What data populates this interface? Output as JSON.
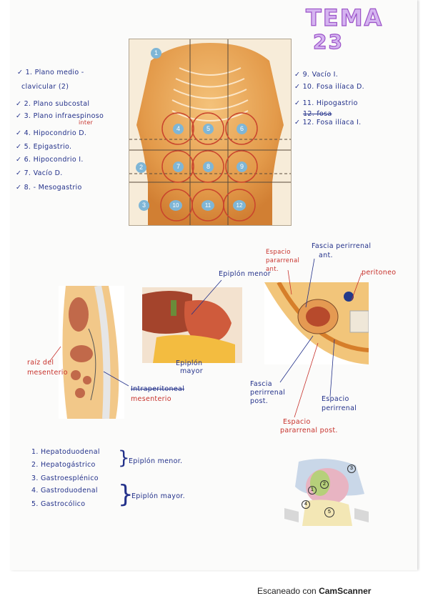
{
  "title": {
    "line1": "TEMA",
    "line2": "23"
  },
  "left_list": [
    {
      "text": "✓ 1. Plano medio -",
      "color": "blue"
    },
    {
      "text": "clavicular (2)",
      "color": "blue"
    },
    {
      "text": "✓ 2. Plano subcostal",
      "color": "blue"
    },
    {
      "text": "✓ 3. Plano infraespinoso",
      "color": "blue"
    },
    {
      "text": "inter",
      "color": "red"
    },
    {
      "text": "✓ 4. Hipocondrio D.",
      "color": "blue"
    },
    {
      "text": "✓ 5. Epigastrio.",
      "color": "blue"
    },
    {
      "text": "✓ 6. Hipocondrio I.",
      "color": "blue"
    },
    {
      "text": "✓ 7. Vacío D.",
      "color": "blue"
    },
    {
      "text": "✓ 8. - Mesogastrio",
      "color": "blue"
    }
  ],
  "right_list": [
    {
      "text": "✓ 9. Vacío I.",
      "strike": false
    },
    {
      "text": "✓ 10. Fosa ilíaca D.",
      "strike": false
    },
    {
      "text": "✓ 11. Hipogastrio",
      "strike": false
    },
    {
      "text": "12. fosa",
      "strike": true
    },
    {
      "text": "✓ 12. Fosa ilíaca I.",
      "strike": false
    }
  ],
  "region_numbers": [
    "1",
    "2",
    "3",
    "4",
    "5",
    "6",
    "7",
    "8",
    "9",
    "10",
    "11",
    "12"
  ],
  "labels": {
    "epiplon_menor": "Epiplón menor",
    "raiz_mesenterio_1": "raíz del",
    "raiz_mesenterio_2": "mesenterio",
    "intraperitoneal_struck": "Intraperitoneal",
    "mesenterio": "mesenterio",
    "epiplon_mayor_1": "Epiplón",
    "epiplon_mayor_2": "mayor",
    "espacio_pararrenal_ant_1": "Espacio",
    "espacio_pararrenal_ant_2": "pararrenal",
    "espacio_pararrenal_ant_3": "ant.",
    "fascia_perirrenal_ant_1": "Fascia perirrenal",
    "fascia_perirrenal_ant_2": "ant.",
    "peritoneo": "peritoneo",
    "fascia_perirrenal_post_1": "Fascia",
    "fascia_perirrenal_post_2": "perirrenal",
    "fascia_perirrenal_post_3": "post.",
    "espacio_perirrenal_1": "Espacio",
    "espacio_perirrenal_2": "perirrenal",
    "espacio_pararrenal_post_1": "Espacio",
    "espacio_pararrenal_post_2": "pararrenal post."
  },
  "bottom_list": [
    "1. Hepatoduodenal",
    "2. Hepatogástrico",
    "3. Gastroesplénico",
    "4. Gastroduodenal",
    "5. Gastrocólico"
  ],
  "group_labels": {
    "menor": "Epiplón menor.",
    "mayor": "Epiplón mayor."
  },
  "small_fig_numbers": [
    "1",
    "2",
    "3",
    "4",
    "5"
  ],
  "footer": {
    "prefix": "Escaneado con ",
    "brand": "CamScanner"
  },
  "colors": {
    "purple": "#7b3fa0",
    "blue": "#23318a",
    "red": "#c7312b"
  }
}
